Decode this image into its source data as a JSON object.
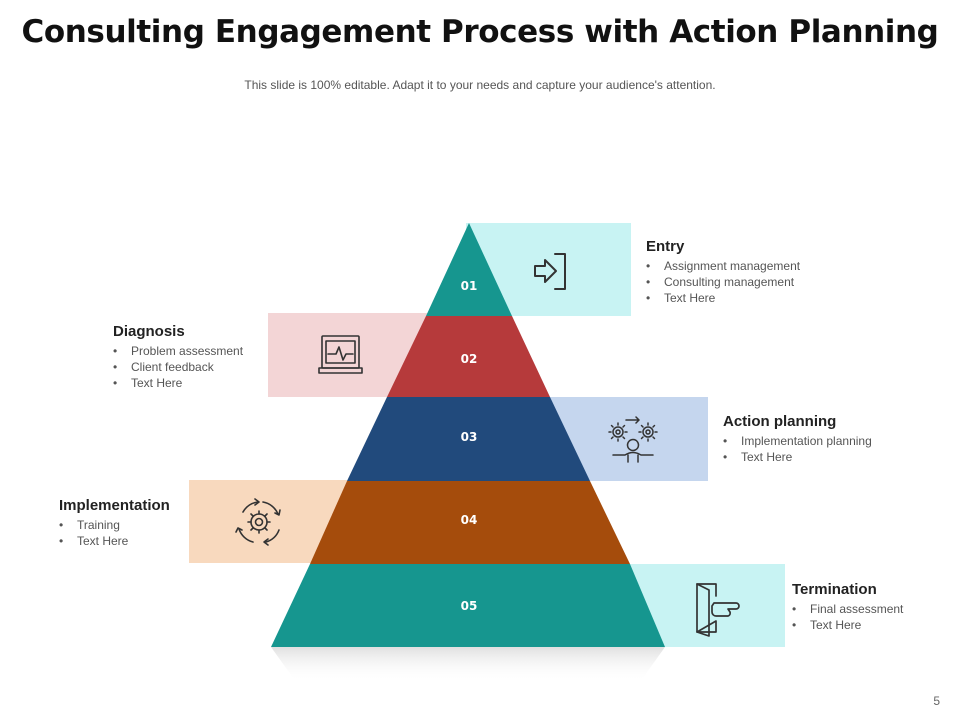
{
  "title": "Consulting Engagement Process with Action Planning",
  "subtitle": "This slide is 100% editable. Adapt it to your needs and capture your audience's attention.",
  "page_number": "5",
  "levels": [
    {
      "number": "01",
      "color": "#16968f",
      "box_color": "#c8f3f3",
      "icon": "enter-arrow-icon"
    },
    {
      "number": "02",
      "color": "#b63a3b",
      "box_color": "#f3d5d6",
      "icon": "monitor-heartbeat-icon"
    },
    {
      "number": "03",
      "color": "#214a7c",
      "box_color": "#c5d6ee",
      "icon": "team-gears-icon"
    },
    {
      "number": "04",
      "color": "#a54c0c",
      "box_color": "#f8d9be",
      "icon": "cycle-gear-icon"
    },
    {
      "number": "05",
      "color": "#16968f",
      "box_color": "#c8f3f3",
      "icon": "exit-door-icon"
    }
  ],
  "blocks": {
    "entry": {
      "title": "Entry",
      "items": [
        "Assignment management",
        "Consulting management",
        "Text Here"
      ]
    },
    "diagnosis": {
      "title": "Diagnosis",
      "items": [
        "Problem assessment",
        "Client feedback",
        "Text Here"
      ]
    },
    "action": {
      "title": "Action planning",
      "items": [
        "Implementation planning",
        "Text Here"
      ]
    },
    "implementation": {
      "title": "Implementation",
      "items": [
        "Training",
        "Text Here"
      ]
    },
    "termination": {
      "title": "Termination",
      "items": [
        "Final assessment",
        "Text Here"
      ]
    }
  }
}
